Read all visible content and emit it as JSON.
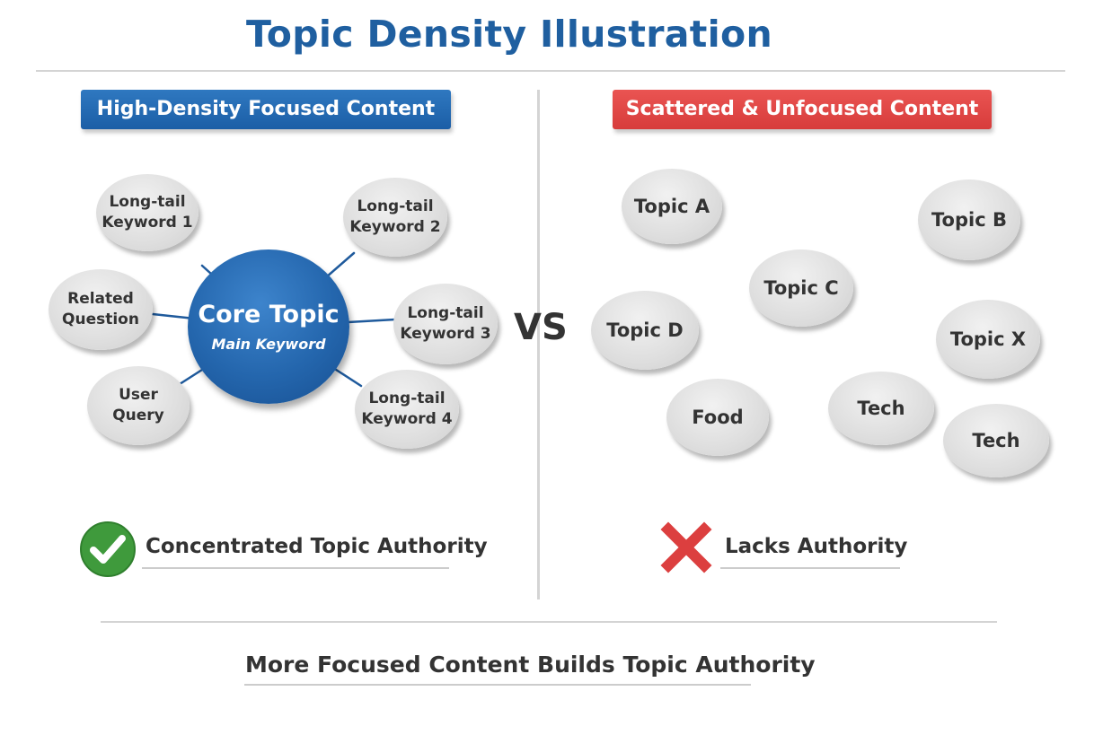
{
  "title": "Topic Density Illustration",
  "left": {
    "header": "High-Density Focused Content",
    "core": {
      "title": "Core Topic",
      "subtitle": "Main Keyword"
    },
    "nodes": [
      "Long-tail\nKeyword 1",
      "Long-tail\nKeyword 2",
      "Related\nQuestion",
      "Long-tail\nKeyword 3",
      "User\nQuery",
      "Long-tail\nKeyword 4"
    ],
    "verdict": "Concentrated Topic Authority"
  },
  "vs": "VS",
  "right": {
    "header": "Scattered & Unfocused Content",
    "topics": [
      "Topic A",
      "Topic B",
      "Topic C",
      "Topic D",
      "Topic X",
      "Food",
      "Tech",
      "Tech"
    ],
    "verdict": "Lacks Authority"
  },
  "footer": "More Focused Content Builds Topic Authority",
  "colors": {
    "title": "#1f5fa0",
    "left_header": "#1e62a9",
    "right_header": "#dd4544",
    "check": "#3f9a3c",
    "cross": "#dc3f3f"
  }
}
